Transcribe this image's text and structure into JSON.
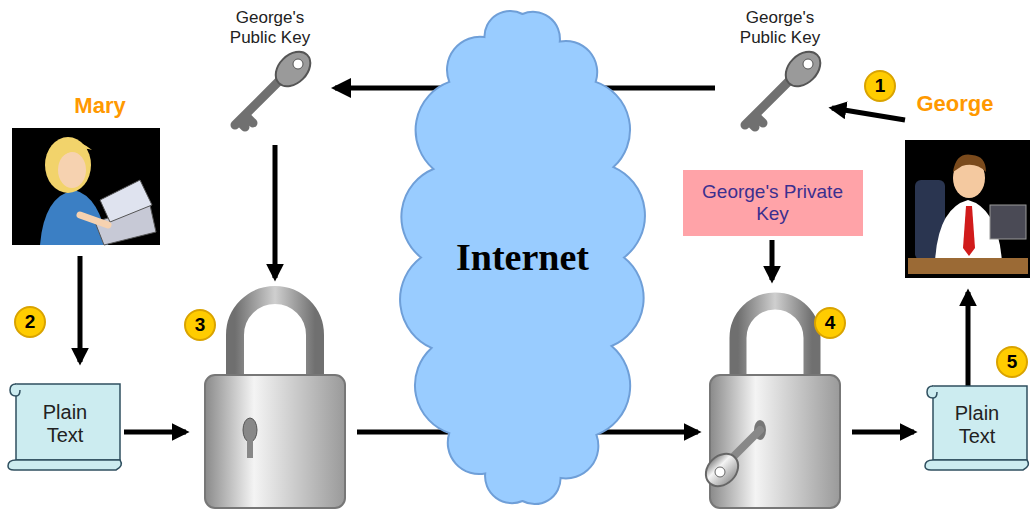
{
  "diagram": {
    "nodes": [
      {
        "text": [
          "George's Public Key"
        ]
      },
      {
        "text": [
          "George's Public Key"
        ]
      },
      {
        "text": [
          "George's Private Key"
        ]
      },
      {
        "text": [
          "Internet"
        ]
      },
      {
        "text": [
          "Plain Text"
        ]
      },
      {
        "text": [
          "Plain Text"
        ]
      }
    ],
    "edges": [
      {
        "from": 1,
        "to": 0,
        "arrow": "to"
      }
    ],
    "labels": [
      "Mary",
      "George",
      "1",
      "2",
      "3",
      "4",
      "5"
    ]
  }
}
